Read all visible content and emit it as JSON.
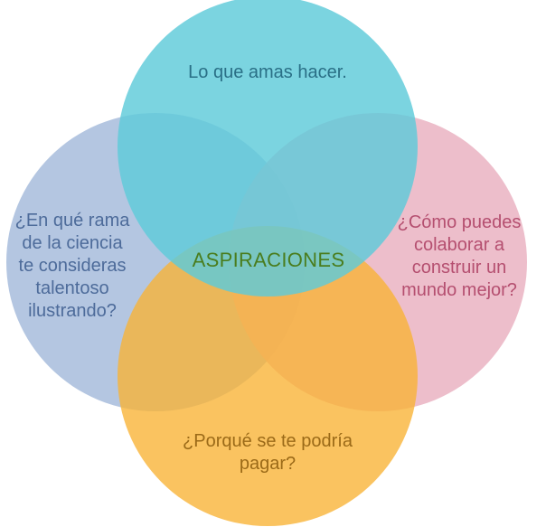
{
  "diagram": {
    "center_label": "ASPIRACIONES",
    "center_color": "#4a7d1e",
    "circles": [
      {
        "id": "left",
        "lines": [
          "¿En qué rama",
          "de la ciencia",
          "te consideras",
          "talentoso",
          "ilustrando?"
        ],
        "fill": "#a7bcdc",
        "text_color": "#4d6b9a"
      },
      {
        "id": "right",
        "lines": [
          "¿Cómo puedes",
          "colaborar a",
          "construir un",
          "mundo mejor?"
        ],
        "fill": "#eab3c2",
        "text_color": "#b54f70"
      },
      {
        "id": "bottom",
        "lines": [
          "¿Porqué se te podría",
          "pagar?"
        ],
        "fill": "#f9b233",
        "text_color": "#9b6a18"
      },
      {
        "id": "top",
        "lines": [
          "Lo que amas hacer."
        ],
        "fill": "#5ecad9",
        "text_color": "#2a6f86"
      }
    ]
  }
}
